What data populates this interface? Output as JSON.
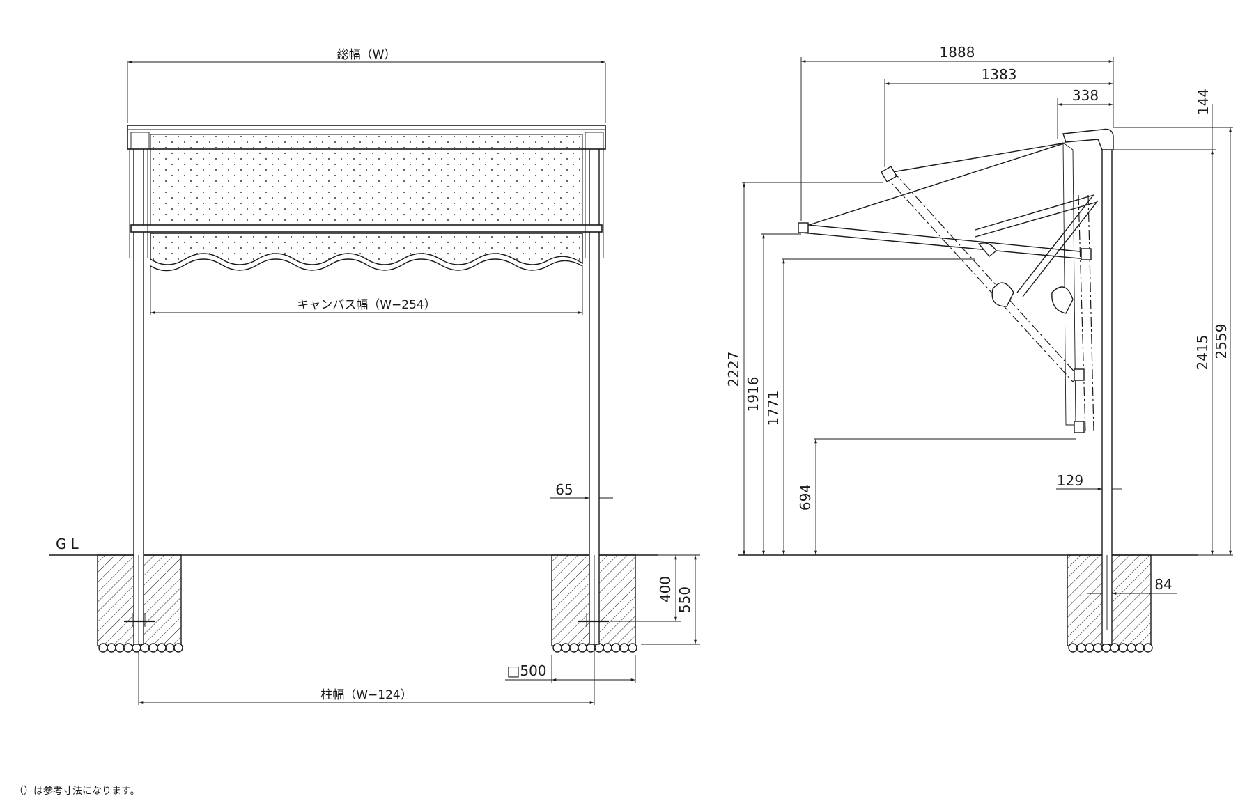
{
  "front_view": {
    "total_width_label": "総幅（W）",
    "canvas_width_label": "キャンバス幅（W−254）",
    "post_width_label": "柱幅（W−124）",
    "post_size_label": "65",
    "footing_size_label": "□500",
    "depth_400": "400",
    "depth_550": "550",
    "ground_label": "GL"
  },
  "side_view": {
    "dim_1888": "1888",
    "dim_1383": "1383",
    "dim_338": "338",
    "dim_144": "144",
    "dim_2227": "2227",
    "dim_1916": "1916",
    "dim_1771": "1771",
    "dim_694": "694",
    "dim_2415": "2415",
    "dim_2559": "2559",
    "dim_129": "129",
    "dim_84": "84"
  },
  "footnote": "（）は参考寸法になります。"
}
